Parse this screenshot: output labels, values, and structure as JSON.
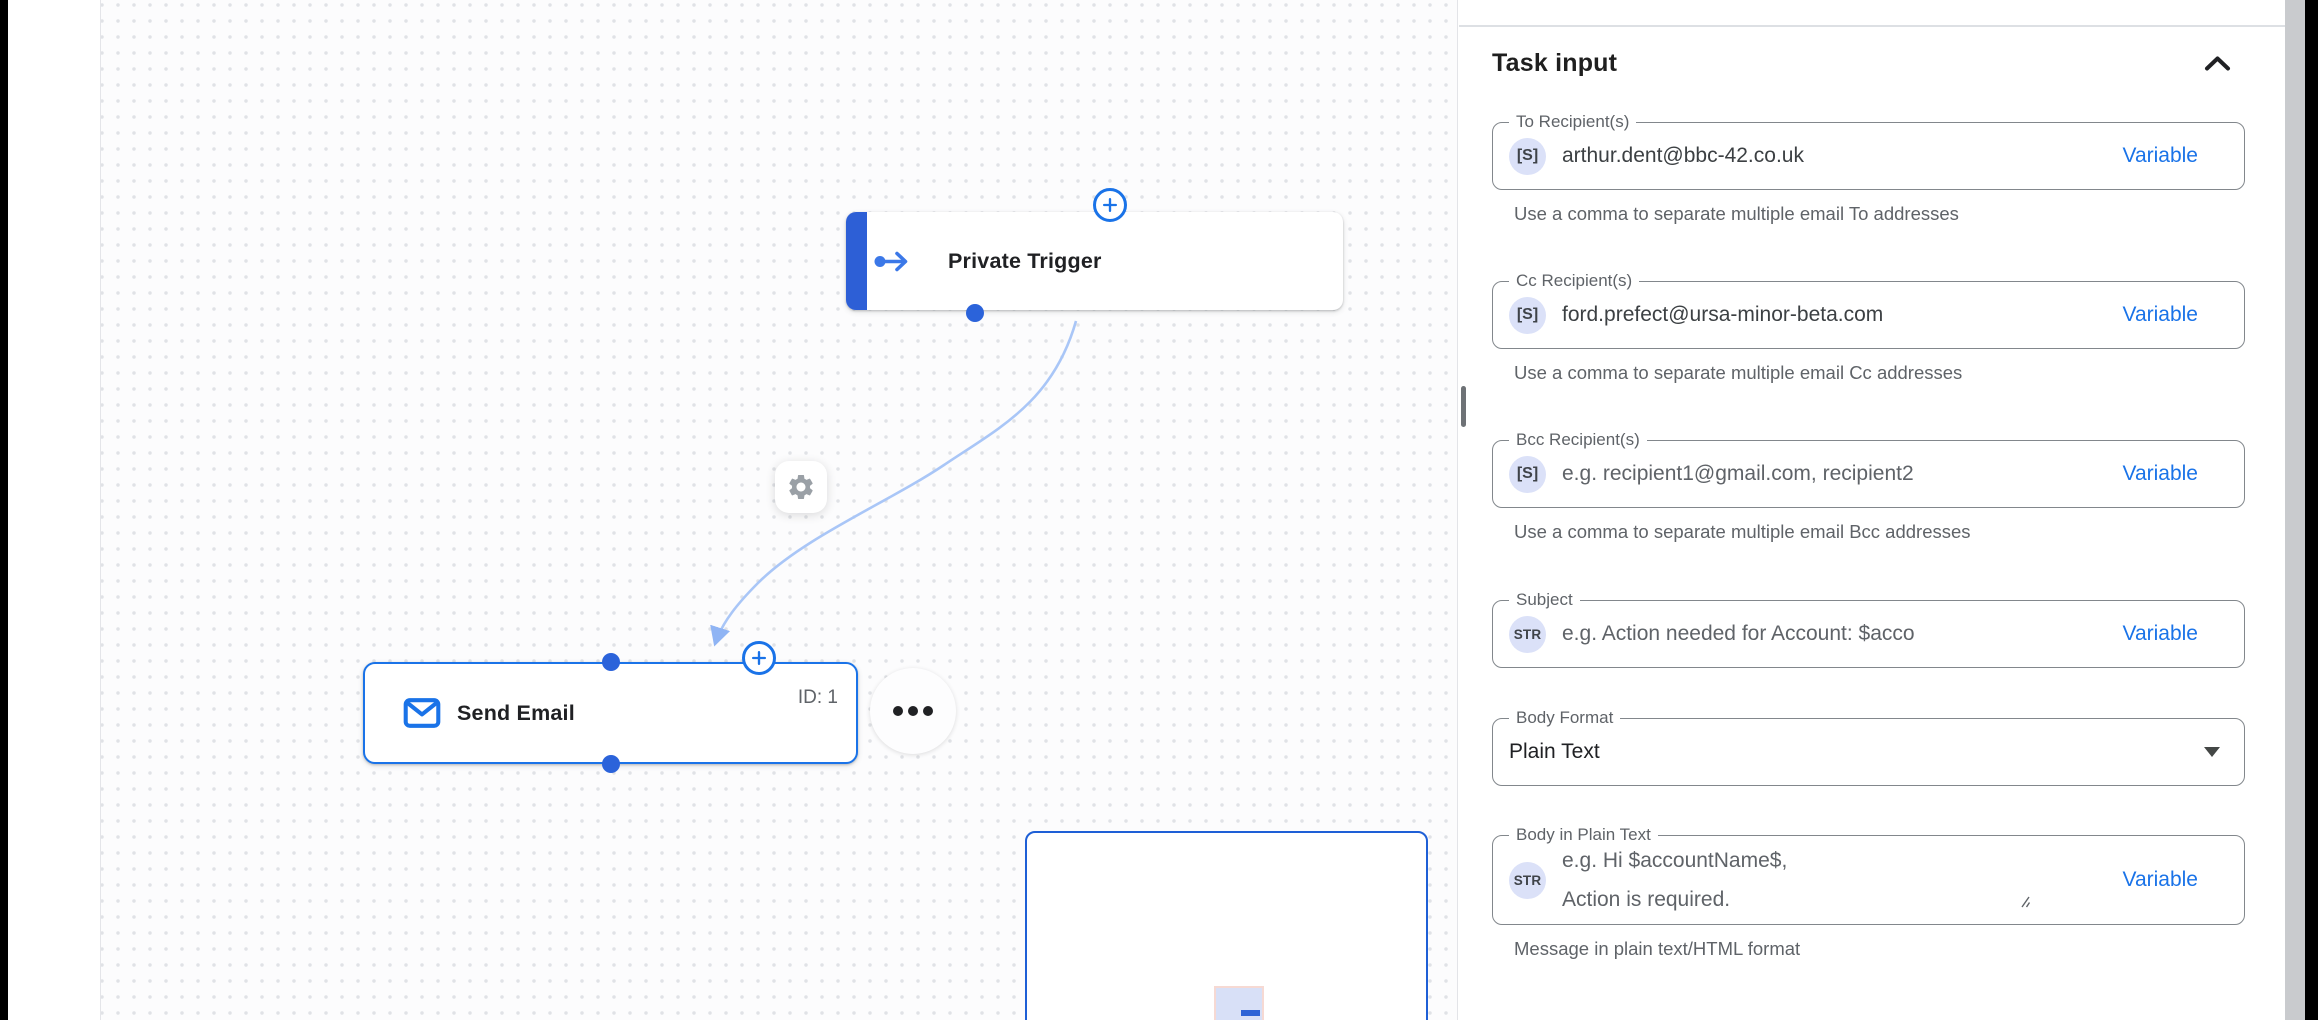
{
  "canvas": {
    "trigger_node": {
      "label": "Private Trigger"
    },
    "email_node": {
      "label": "Send Email",
      "id_label": "ID: 1"
    }
  },
  "panel": {
    "title": "Task input",
    "fields": {
      "to": {
        "label": "To Recipient(s)",
        "badge": "[S]",
        "value": "arthur.dent@bbc-42.co.uk",
        "action": "Variable",
        "helper": "Use a comma to separate multiple email To addresses"
      },
      "cc": {
        "label": "Cc Recipient(s)",
        "badge": "[S]",
        "value": "ford.prefect@ursa-minor-beta.com",
        "action": "Variable",
        "helper": "Use a comma to separate multiple email Cc addresses"
      },
      "bcc": {
        "label": "Bcc Recipient(s)",
        "badge": "[S]",
        "placeholder": "e.g. recipient1@gmail.com, recipient2",
        "action": "Variable",
        "helper": "Use a comma to separate multiple email Bcc addresses"
      },
      "subject": {
        "label": "Subject",
        "badge": "STR",
        "placeholder": "e.g. Action needed for Account: $acco",
        "action": "Variable"
      },
      "body_format": {
        "label": "Body Format",
        "value": "Plain Text"
      },
      "body": {
        "label": "Body in Plain Text",
        "badge": "STR",
        "placeholder_line1": "e.g. Hi $accountName$,",
        "placeholder_line2": "Action is required.",
        "action": "Variable",
        "helper": "Message in plain text/HTML format"
      }
    }
  },
  "colors": {
    "accent": "#1a73e8",
    "connector": "#a9c6f7",
    "badge_bg": "#dbe1f8",
    "node_bar": "#2d5fd6"
  }
}
